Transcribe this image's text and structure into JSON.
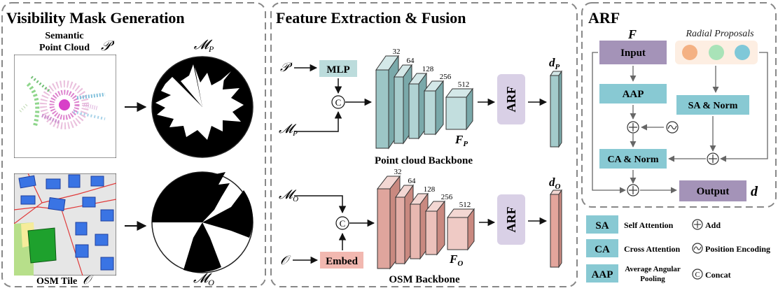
{
  "panels": {
    "visibility": {
      "title": "Visibility Mask Generation"
    },
    "feature": {
      "title": "Feature Extraction & Fusion"
    },
    "arf": {
      "title": "ARF"
    }
  },
  "visibility": {
    "point_cloud_label_line1": "Semantic",
    "point_cloud_label_line2": "Point Cloud",
    "point_cloud_symbol": "P'",
    "mask_p_label": "M_P",
    "osm_tile_label": "OSM Tile",
    "osm_symbol": "O",
    "mask_o_label": "M_O"
  },
  "feature": {
    "mlp_label": "MLP",
    "embed_label": "Embed",
    "concat_symbol": "©",
    "input_p_symbol": "P'",
    "input_o_symbol": "O",
    "mask_p_symbol": "M_P",
    "mask_o_symbol": "M_O",
    "channels": [
      "32",
      "64",
      "128",
      "256",
      "512"
    ],
    "feature_p_label": "F_P",
    "feature_o_label": "F_O",
    "pc_backbone_label": "Point cloud Backbone",
    "osm_backbone_label": "OSM Backbone",
    "arf_label": "ARF",
    "d_p_label": "d_P",
    "d_o_label": "d_O"
  },
  "arf": {
    "f_label": "F",
    "input_label": "Input",
    "radial_label": "Radial Proposals",
    "aap_label": "AAP",
    "sa_norm_label": "SA & Norm",
    "ca_norm_label": "CA & Norm",
    "output_label": "Output",
    "d_label": "d",
    "proposal_colors": [
      "#f4b183",
      "#a9e3b8",
      "#7fc8d8"
    ]
  },
  "legend": [
    {
      "abbr": "SA",
      "text": "Self Attention",
      "symbol": "⊕",
      "symbol_text": "Add"
    },
    {
      "abbr": "CA",
      "text": "Cross Attention",
      "symbol": "↻",
      "symbol_text": "Position Encoding"
    },
    {
      "abbr": "AAP",
      "text_line1": "Average Angular",
      "text_line2": "Pooling",
      "symbol": "©",
      "symbol_text": "Concat"
    }
  ],
  "colors": {
    "teal": "#bcdcdc",
    "teal_dark": "#7aa9aa",
    "salmon": "#e8b4ad",
    "salmon_dark": "#c98980",
    "purple": "#a493b8",
    "arf_box": "#d9d0e6",
    "box_teal": "#88c9d3",
    "embed": "#f2b8b0"
  }
}
